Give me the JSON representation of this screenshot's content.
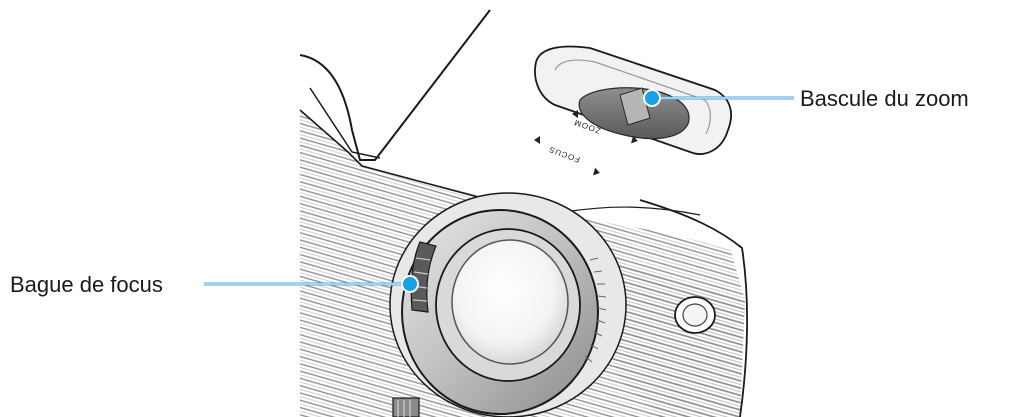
{
  "callouts": {
    "zoom": {
      "label": "Bascule du zoom"
    },
    "focus": {
      "label": "Bague de focus"
    }
  },
  "panel": {
    "zoom_label": "ZOOM",
    "focus_label": "FOCUS"
  },
  "colors": {
    "callout_line": "#4aa3df",
    "callout_dot": "#18a0e8",
    "body_stroke": "#1a1a1a",
    "label_text": "#1a1a1a"
  }
}
